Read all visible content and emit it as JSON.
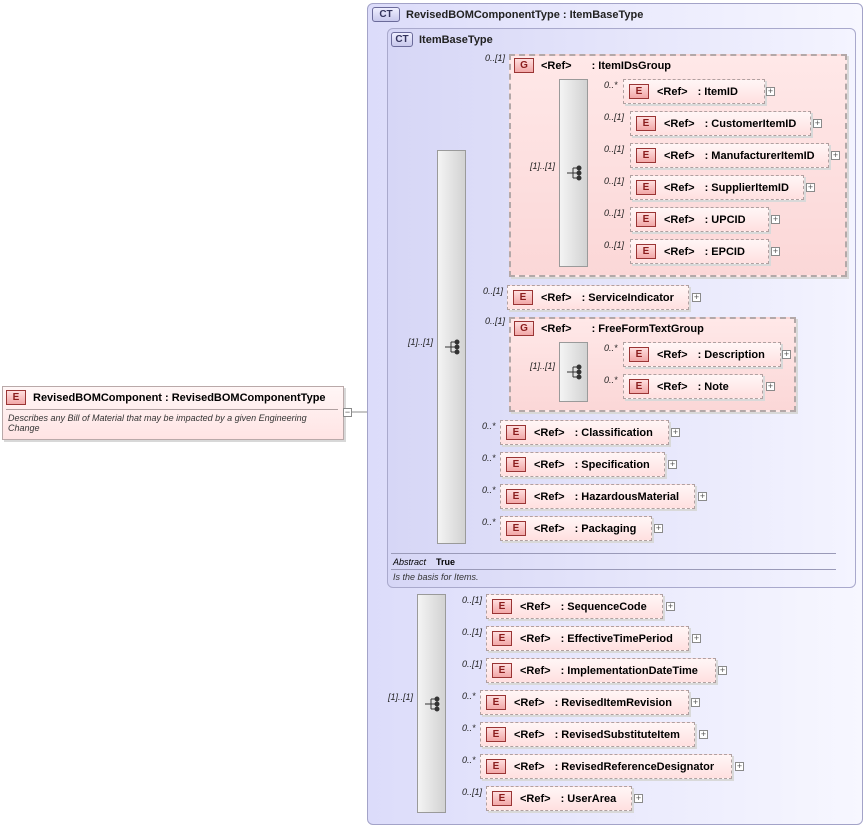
{
  "root": {
    "badge": "E",
    "title": "RevisedBOMComponent : RevisedBOMComponentType",
    "description": "Describes any Bill of Material that may be impacted by a given Engineering Change"
  },
  "complex_type": {
    "badge": "CT",
    "title": "RevisedBOMComponentType : ItemBaseType"
  },
  "base_type": {
    "badge": "CT",
    "title": "ItemBaseType",
    "abstract_label": "Abstract",
    "abstract_value": "True",
    "description": "Is the basis for Items."
  },
  "labels": {
    "element_badge": "E",
    "group_badge": "G",
    "ref": "<Ref>"
  },
  "sequences": {
    "outer": "[1]..[1]",
    "base": "[1]..[1]",
    "ids": "[1]..[1]",
    "text": "[1]..[1]"
  },
  "groups": {
    "ids": {
      "card": "0..[1]",
      "name": ": ItemIDsGroup"
    },
    "freeform": {
      "card": "0..[1]",
      "name": ": FreeFormTextGroup"
    }
  },
  "id_elements": [
    {
      "card": "0..*",
      "name": ": ItemID"
    },
    {
      "card": "0..[1]",
      "name": ": CustomerItemID"
    },
    {
      "card": "0..[1]",
      "name": ": ManufacturerItemID"
    },
    {
      "card": "0..[1]",
      "name": ": SupplierItemID"
    },
    {
      "card": "0..[1]",
      "name": ": UPCID"
    },
    {
      "card": "0..[1]",
      "name": ": EPCID"
    }
  ],
  "service_indicator": {
    "card": "0..[1]",
    "name": ": ServiceIndicator"
  },
  "text_elements": [
    {
      "card": "0..*",
      "name": ": Description"
    },
    {
      "card": "0..*",
      "name": ": Note"
    }
  ],
  "base_elements": [
    {
      "card": "0..*",
      "name": ": Classification"
    },
    {
      "card": "0..*",
      "name": ": Specification"
    },
    {
      "card": "0..*",
      "name": ": HazardousMaterial"
    },
    {
      "card": "0..*",
      "name": ": Packaging"
    }
  ],
  "outer_elements": [
    {
      "card": "0..[1]",
      "name": ": SequenceCode"
    },
    {
      "card": "0..[1]",
      "name": ": EffectiveTimePeriod"
    },
    {
      "card": "0..[1]",
      "name": ": ImplementationDateTime"
    },
    {
      "card": "0..*",
      "name": ": RevisedItemRevision"
    },
    {
      "card": "0..*",
      "name": ": RevisedSubstituteItem"
    },
    {
      "card": "0..*",
      "name": ": RevisedReferenceDesignator"
    },
    {
      "card": "0..[1]",
      "name": ": UserArea"
    }
  ]
}
